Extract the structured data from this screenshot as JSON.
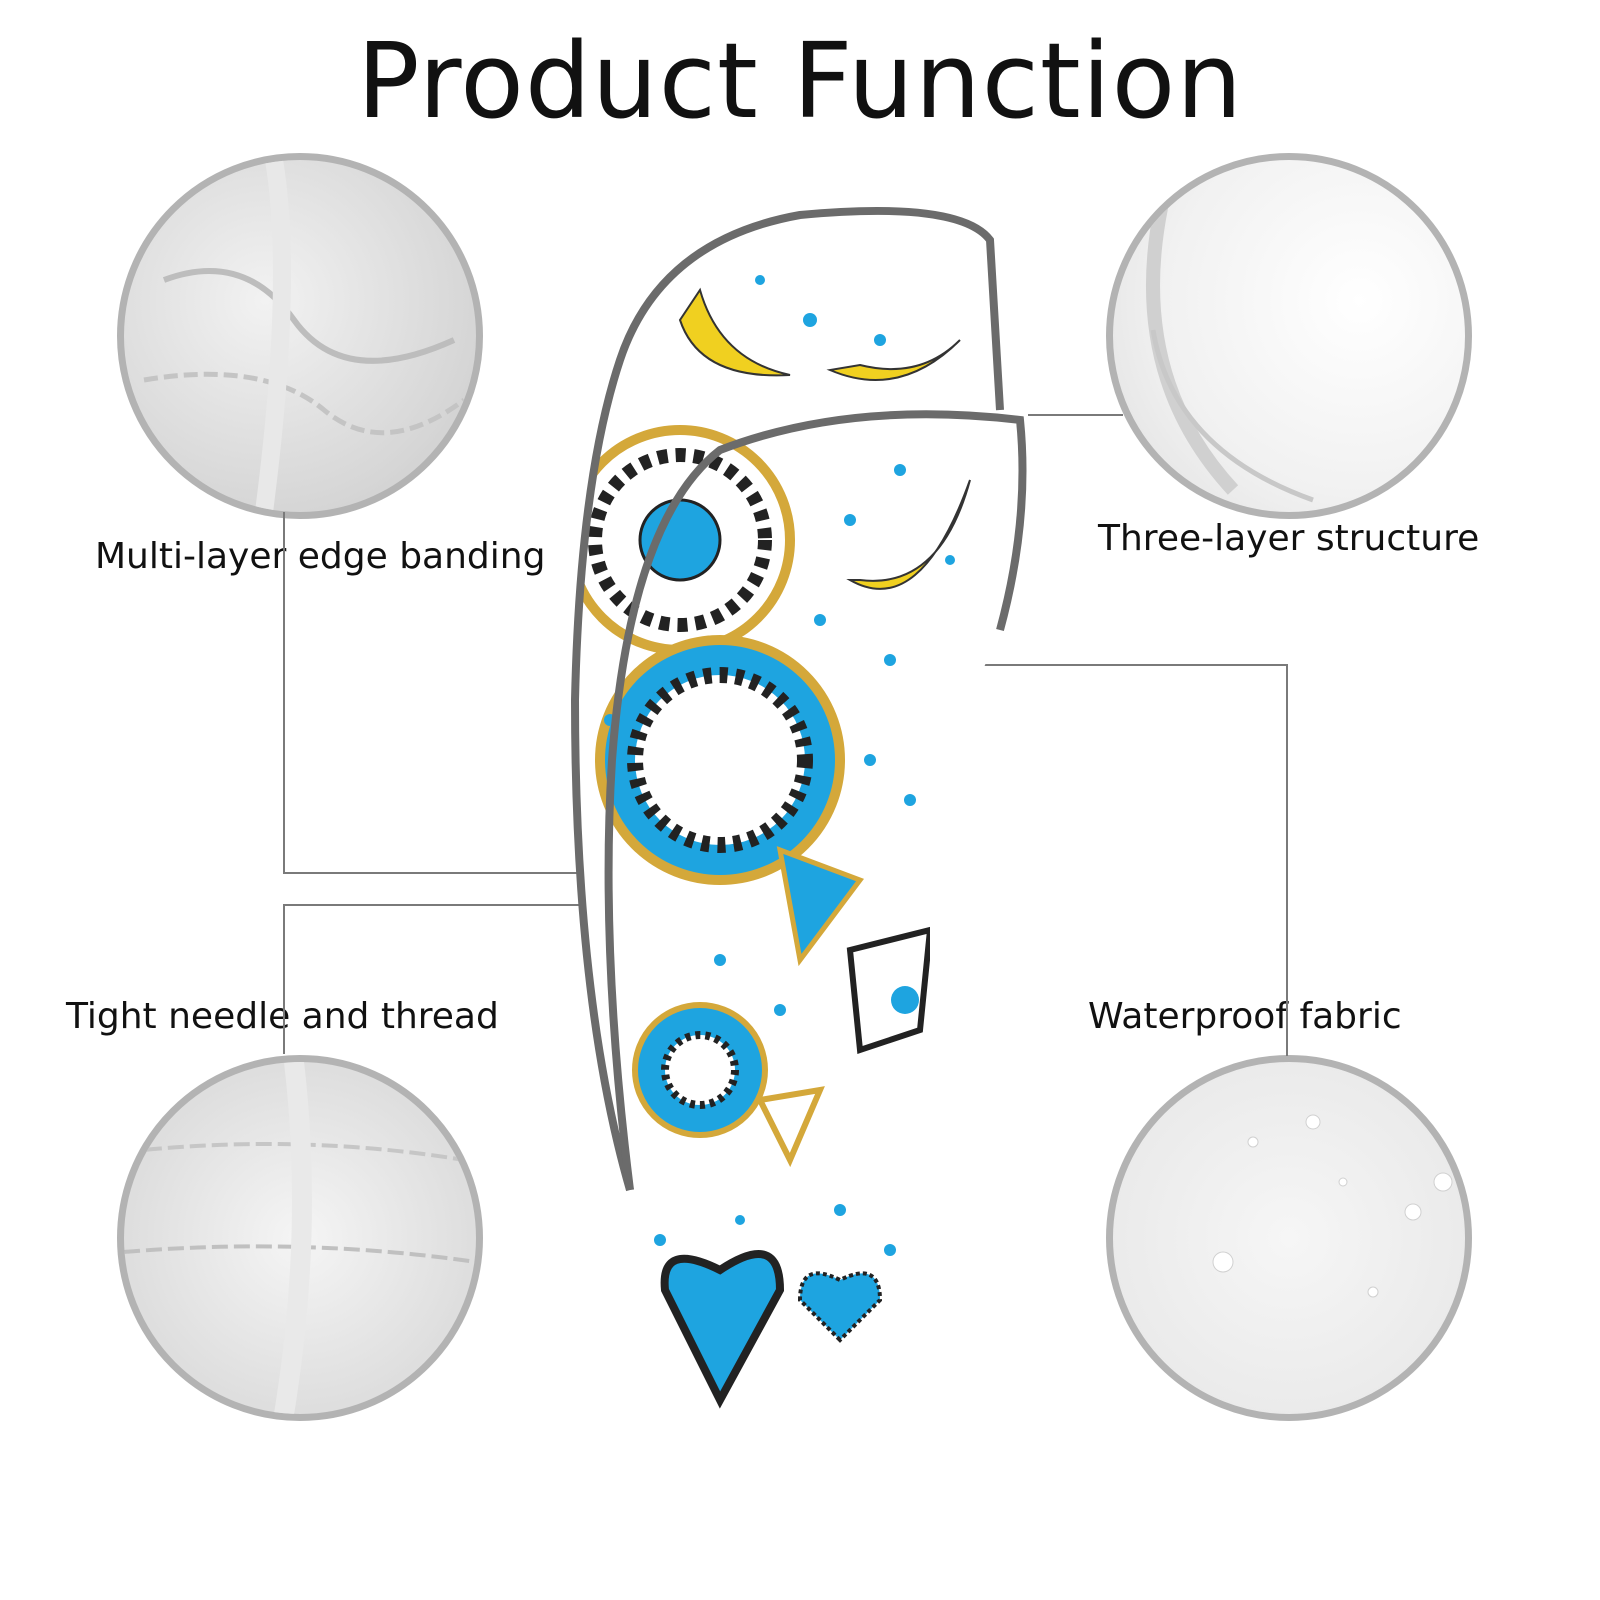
{
  "title": "Product Function",
  "features": [
    {
      "label": "Multi-layer edge banding"
    },
    {
      "label": "Three-layer structure"
    },
    {
      "label": "Tight needle and thread"
    },
    {
      "label": "Waterproof fabric"
    }
  ],
  "colors": {
    "accent_blue": "#1ea4e0",
    "gold": "#f0d020",
    "trim_gray": "#6b6b6b",
    "circle_border": "#b3b3b3"
  }
}
